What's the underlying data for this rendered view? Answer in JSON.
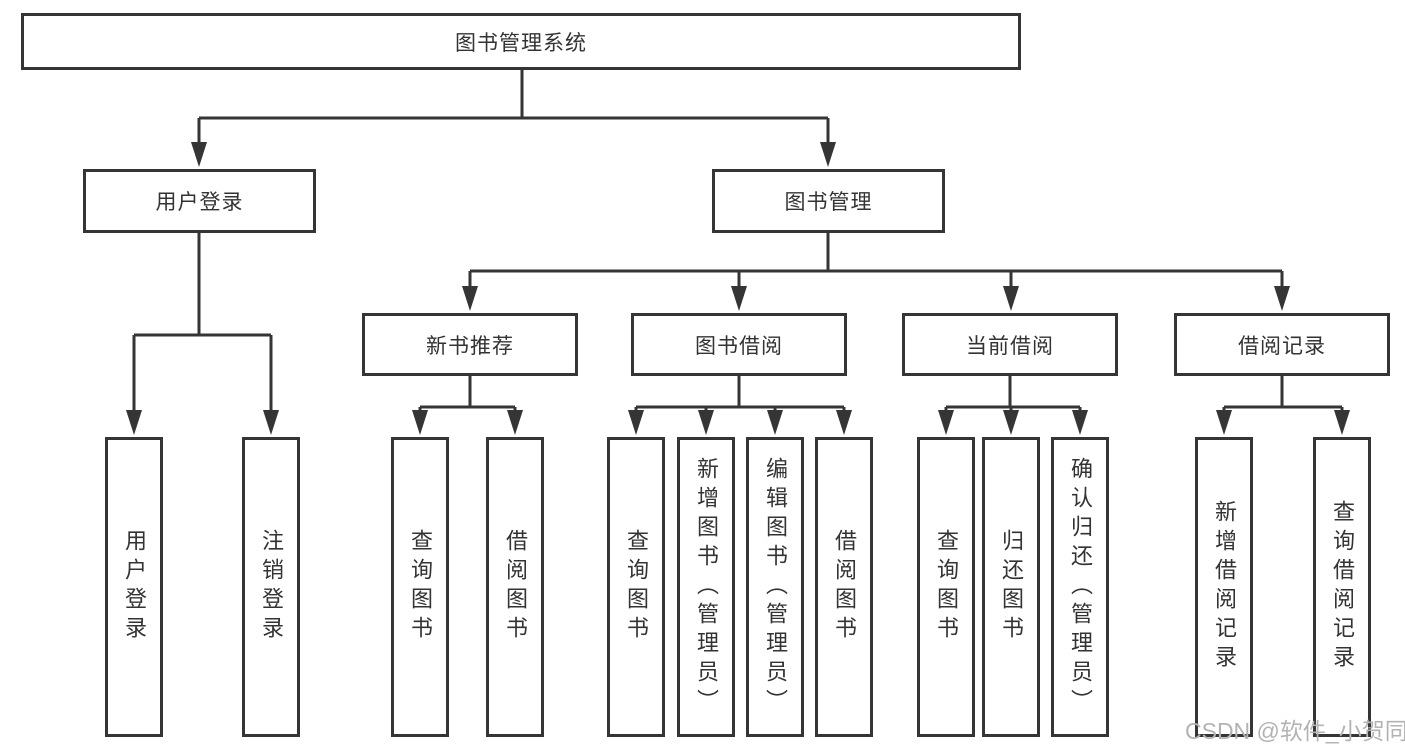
{
  "diagram_type": "hierarchy-tree",
  "tree": {
    "label": "图书管理系统",
    "children": [
      {
        "label": "用户登录",
        "children": [
          {
            "label": "用户登录"
          },
          {
            "label": "注销登录"
          }
        ]
      },
      {
        "label": "图书管理",
        "children": [
          {
            "label": "新书推荐",
            "children": [
              {
                "label": "查询图书"
              },
              {
                "label": "借阅图书"
              }
            ]
          },
          {
            "label": "图书借阅",
            "children": [
              {
                "label": "查询图书"
              },
              {
                "label": "新增图书（管理员）"
              },
              {
                "label": "编辑图书（管理员）"
              },
              {
                "label": "借阅图书"
              }
            ]
          },
          {
            "label": "当前借阅",
            "children": [
              {
                "label": "查询图书"
              },
              {
                "label": "归还图书"
              },
              {
                "label": "确认归还（管理员）"
              }
            ]
          },
          {
            "label": "借阅记录",
            "children": [
              {
                "label": "新增借阅记录"
              },
              {
                "label": "查询借阅记录"
              }
            ]
          }
        ]
      }
    ]
  },
  "watermark": "CSDN @软件_小贺同学",
  "colors": {
    "line": "#353535",
    "box_border": "#353535",
    "text": "#333333",
    "watermark": "#b3b3b3",
    "background": "#ffffff"
  }
}
